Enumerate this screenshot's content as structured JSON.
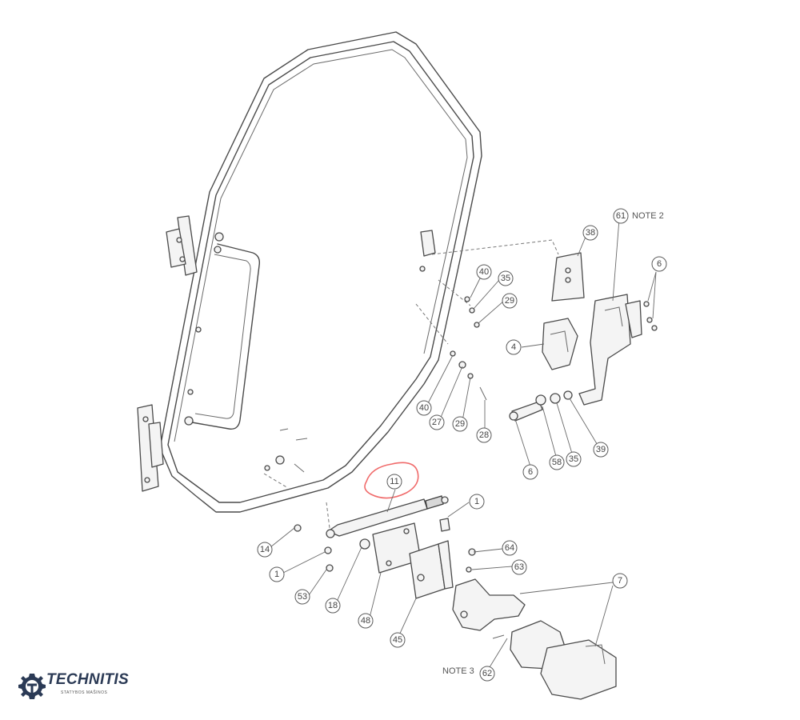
{
  "logo": {
    "name": "TECHNITIS",
    "tagline": "STATYBOS MAŠINOS"
  },
  "colors": {
    "line": "#4a4a4a",
    "highlight": "#f06a6a",
    "logo_text": "#2b3a55"
  },
  "callouts": [
    {
      "id": "c1",
      "label": "11"
    },
    {
      "id": "c2",
      "label": "1"
    },
    {
      "id": "c3",
      "label": "14"
    },
    {
      "id": "c4",
      "label": "1"
    },
    {
      "id": "c5",
      "label": "53"
    },
    {
      "id": "c6",
      "label": "18"
    },
    {
      "id": "c7",
      "label": "48"
    },
    {
      "id": "c8",
      "label": "45"
    },
    {
      "id": "c9",
      "label": "64"
    },
    {
      "id": "c10",
      "label": "63"
    },
    {
      "id": "c11",
      "label": "7"
    },
    {
      "id": "c12",
      "label": "62"
    },
    {
      "id": "c13",
      "label": "38"
    },
    {
      "id": "c14",
      "label": "61"
    },
    {
      "id": "c15",
      "label": "40"
    },
    {
      "id": "c16",
      "label": "35"
    },
    {
      "id": "c17",
      "label": "29"
    },
    {
      "id": "c18",
      "label": "4"
    },
    {
      "id": "c19",
      "label": "40"
    },
    {
      "id": "c20",
      "label": "27"
    },
    {
      "id": "c21",
      "label": "29"
    },
    {
      "id": "c22",
      "label": "28"
    },
    {
      "id": "c23",
      "label": "6"
    },
    {
      "id": "c24",
      "label": "58"
    },
    {
      "id": "c25",
      "label": "35"
    },
    {
      "id": "c26",
      "label": "39"
    },
    {
      "id": "c27",
      "label": "6"
    }
  ],
  "notes": {
    "note2": "NOTE 2",
    "note3": "NOTE 3"
  }
}
